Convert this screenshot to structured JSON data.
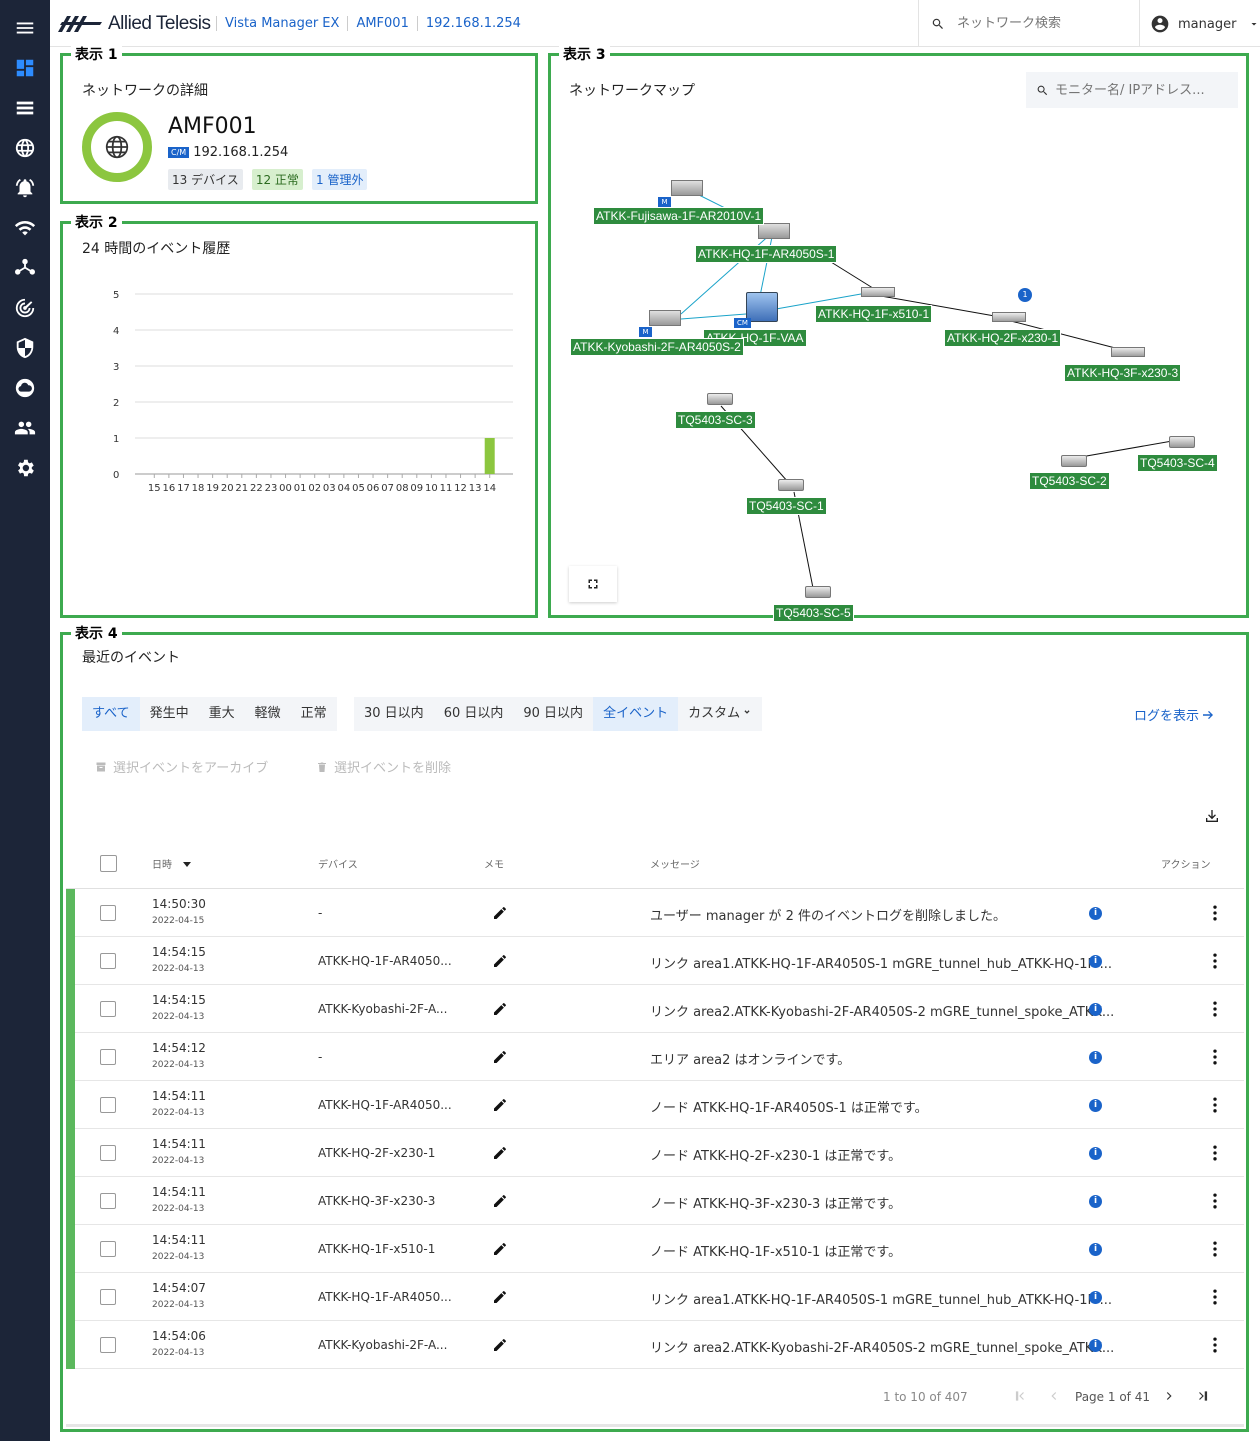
{
  "header": {
    "brand": "Allied Telesis",
    "breadcrumbs": [
      "Vista Manager EX",
      "AMF001",
      "192.168.1.254"
    ],
    "search_placeholder": "ネットワーク検索",
    "user": "manager"
  },
  "sidebar": {
    "icons": [
      "menu-icon",
      "dashboard-icon",
      "list-icon",
      "globe-icon",
      "alarm-icon",
      "wifi-icon",
      "topology-icon",
      "radar-icon",
      "shield-icon",
      "cloud-icon",
      "users-icon",
      "settings-icon"
    ]
  },
  "panel1": {
    "label": "表示 1",
    "title": "ネットワークの詳細",
    "name": "AMF001",
    "badge": "C/M",
    "ip": "192.168.1.254",
    "chips": [
      "13 デバイス",
      "12 正常",
      "1 管理外"
    ]
  },
  "panel2": {
    "label": "表示 2",
    "title": "24 時間のイベント履歴",
    "chart_data": {
      "type": "bar",
      "categories": [
        "15",
        "16",
        "17",
        "18",
        "19",
        "20",
        "21",
        "22",
        "23",
        "00",
        "01",
        "02",
        "03",
        "04",
        "05",
        "06",
        "07",
        "08",
        "09",
        "10",
        "11",
        "12",
        "13",
        "14"
      ],
      "values": [
        0,
        0,
        0,
        0,
        0,
        0,
        0,
        0,
        0,
        0,
        0,
        0,
        0,
        0,
        0,
        0,
        0,
        0,
        0,
        0,
        0,
        0,
        0,
        1
      ],
      "yticks": [
        "0",
        "1",
        "2",
        "3",
        "4",
        "5"
      ],
      "ylim": [
        0,
        5
      ],
      "bar_color": "#8cc63f"
    }
  },
  "panel3": {
    "label": "表示 3",
    "title": "ネットワークマップ",
    "search_placeholder": "モニター名/ IPアドレス...",
    "nodes": [
      "ATKK-Fujisawa-1F-AR2010V-1",
      "ATKK-HQ-1F-AR4050S-1",
      "ATKK-HQ-1F-x510-1",
      "ATKK-HQ-1F-VAA",
      "ATKK-Kyobashi-2F-AR4050S-2",
      "ATKK-HQ-2F-x230-1",
      "ATKK-HQ-3F-x230-3",
      "TQ5403-SC-3",
      "TQ5403-SC-1",
      "TQ5403-SC-2",
      "TQ5403-SC-4",
      "TQ5403-SC-5"
    ],
    "marks": {
      "m": "M",
      "cm": "CM",
      "count": "1"
    }
  },
  "panel4": {
    "label": "表示 4",
    "title": "最近のイベント",
    "severity_filters": [
      "すべて",
      "発生中",
      "重大",
      "軽微",
      "正常"
    ],
    "range_filters": [
      "30 日以内",
      "60 日以内",
      "90 日以内",
      "全イベント",
      "カスタム"
    ],
    "log_link": "ログを表示",
    "archive_btn": "選択イベントをアーカイブ",
    "delete_btn": "選択イベントを削除",
    "columns": {
      "datetime": "日時",
      "device": "デバイス",
      "memo": "メモ",
      "message": "メッセージ",
      "action": "アクション"
    },
    "rows": [
      {
        "time": "14:50:30",
        "date": "2022-04-15",
        "device": "-",
        "message": "ユーザー manager が 2 件のイベントログを削除しました。"
      },
      {
        "time": "14:54:15",
        "date": "2022-04-13",
        "device": "ATKK-HQ-1F-AR4050...",
        "message": "リンク area1.ATKK-HQ-1F-AR4050S-1 mGRE_tunnel_hub_ATKK-HQ-1F-..."
      },
      {
        "time": "14:54:15",
        "date": "2022-04-13",
        "device": "ATKK-Kyobashi-2F-A...",
        "message": "リンク area2.ATKK-Kyobashi-2F-AR4050S-2 mGRE_tunnel_spoke_ATKK..."
      },
      {
        "time": "14:54:12",
        "date": "2022-04-13",
        "device": "-",
        "message": "エリア area2 はオンラインです。"
      },
      {
        "time": "14:54:11",
        "date": "2022-04-13",
        "device": "ATKK-HQ-1F-AR4050...",
        "message": "ノード ATKK-HQ-1F-AR4050S-1 は正常です。"
      },
      {
        "time": "14:54:11",
        "date": "2022-04-13",
        "device": "ATKK-HQ-2F-x230-1",
        "message": "ノード ATKK-HQ-2F-x230-1 は正常です。"
      },
      {
        "time": "14:54:11",
        "date": "2022-04-13",
        "device": "ATKK-HQ-3F-x230-3",
        "message": "ノード ATKK-HQ-3F-x230-3 は正常です。"
      },
      {
        "time": "14:54:11",
        "date": "2022-04-13",
        "device": "ATKK-HQ-1F-x510-1",
        "message": "ノード ATKK-HQ-1F-x510-1 は正常です。"
      },
      {
        "time": "14:54:07",
        "date": "2022-04-13",
        "device": "ATKK-HQ-1F-AR4050...",
        "message": "リンク area1.ATKK-HQ-1F-AR4050S-1 mGRE_tunnel_hub_ATKK-HQ-1F-..."
      },
      {
        "time": "14:54:06",
        "date": "2022-04-13",
        "device": "ATKK-Kyobashi-2F-A...",
        "message": "リンク area2.ATKK-Kyobashi-2F-AR4050S-2 mGRE_tunnel_spoke_ATKK..."
      }
    ],
    "pagination": {
      "range": "1 to 10 of 407",
      "page": "Page 1 of 41"
    }
  },
  "colors": {
    "accent": "#1a63c9",
    "panel_border": "#3daa4f",
    "node_label": "#2e8b3e",
    "sidebar": "#1c2538"
  }
}
